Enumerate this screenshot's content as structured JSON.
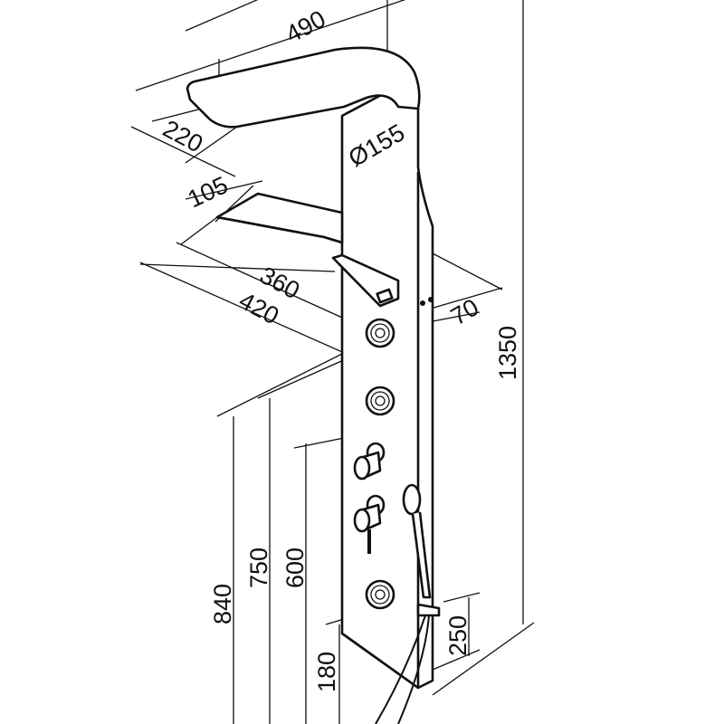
{
  "title": "Shower panel dimension drawing",
  "dimensions": {
    "head_length": "490",
    "head_depth": "220",
    "head_diameter": "Ø155",
    "shelf_depth": "105",
    "shelf_width": "360",
    "panel_width": "420",
    "panel_depth": "70",
    "total_height": "1350",
    "jet_top_height": "840",
    "jet_mid_height": "750",
    "mixer_height": "600",
    "jet_bottom_height": "180",
    "hand_holder_height": "250"
  },
  "colors": {
    "line": "#111111",
    "background": "#ffffff"
  }
}
